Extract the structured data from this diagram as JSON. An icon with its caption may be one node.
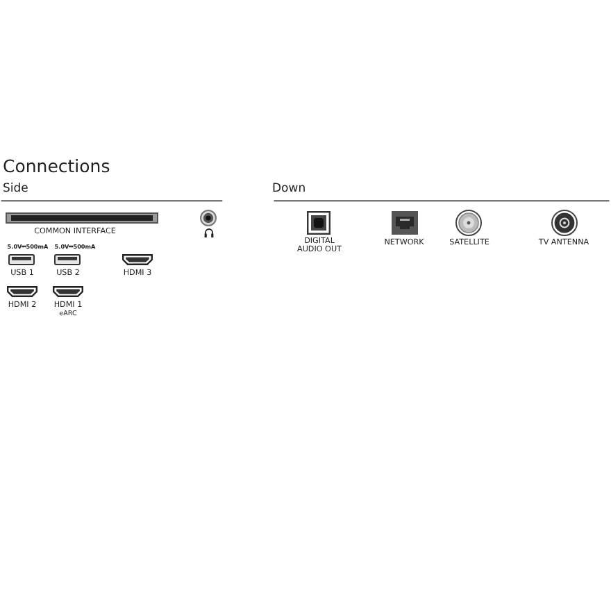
{
  "diagram": {
    "title": "Connections",
    "labels": [
      "Side",
      "Down",
      "COMMON INTERFACE",
      "5.0V⎓500mA",
      "5.0V⎓500mA",
      "USB 1",
      "USB 2",
      "HDMI 3",
      "HDMI 2",
      "HDMI 1",
      "eARC",
      "DIGITAL AUDIO OUT",
      "NETWORK",
      "SATELLITE",
      "TV ANTENNA"
    ]
  }
}
